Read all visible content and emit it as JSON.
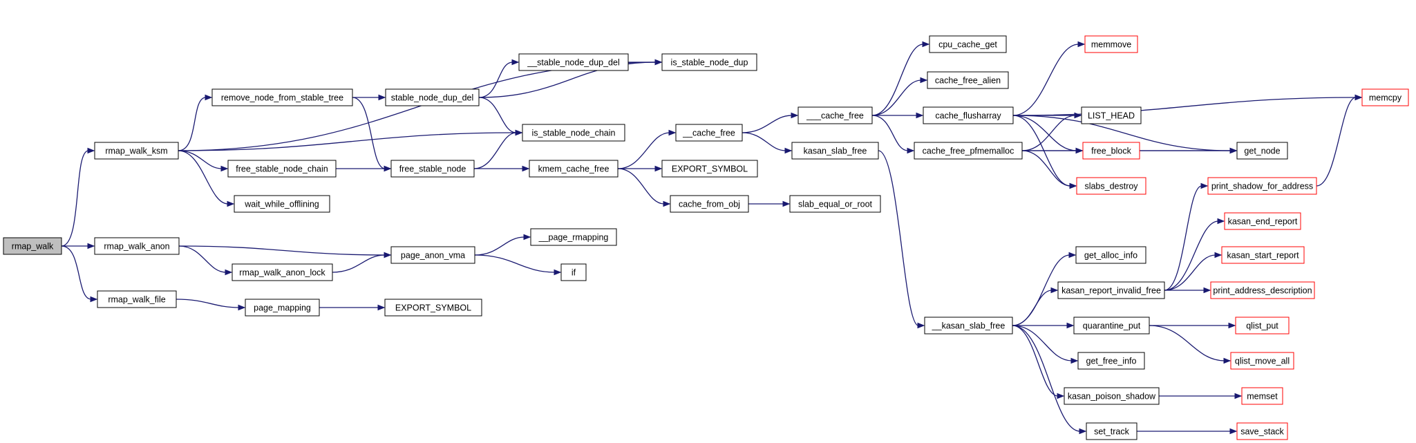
{
  "colors": {
    "edge": "#191970",
    "node_border": "#000000",
    "external_border": "#ff0000",
    "root_fill": "#bfbfbf",
    "node_fill": "#ffffff"
  },
  "nodes": [
    {
      "id": "rmap_walk",
      "label": "rmap_walk",
      "kind": "root"
    },
    {
      "id": "rmap_walk_ksm",
      "label": "rmap_walk_ksm",
      "kind": "normal"
    },
    {
      "id": "rmap_walk_anon",
      "label": "rmap_walk_anon",
      "kind": "normal"
    },
    {
      "id": "rmap_walk_file",
      "label": "rmap_walk_file",
      "kind": "normal"
    },
    {
      "id": "remove_node_from_stable_tree",
      "label": "remove_node_from_stable_tree",
      "kind": "normal"
    },
    {
      "id": "free_stable_node_chain",
      "label": "free_stable_node_chain",
      "kind": "normal"
    },
    {
      "id": "wait_while_offlining",
      "label": "wait_while_offlining",
      "kind": "normal"
    },
    {
      "id": "rmap_walk_anon_lock",
      "label": "rmap_walk_anon_lock",
      "kind": "normal"
    },
    {
      "id": "page_mapping",
      "label": "page_mapping",
      "kind": "normal"
    },
    {
      "id": "stable_node_dup_del",
      "label": "stable_node_dup_del",
      "kind": "normal"
    },
    {
      "id": "__stable_node_dup_del",
      "label": "__stable_node_dup_del",
      "kind": "normal"
    },
    {
      "id": "is_stable_node_dup",
      "label": "is_stable_node_dup",
      "kind": "normal"
    },
    {
      "id": "is_stable_node_chain",
      "label": "is_stable_node_chain",
      "kind": "normal"
    },
    {
      "id": "free_stable_node",
      "label": "free_stable_node",
      "kind": "normal"
    },
    {
      "id": "page_anon_vma",
      "label": "page_anon_vma",
      "kind": "normal"
    },
    {
      "id": "EXPORT_SYMBOL_1",
      "label": "EXPORT_SYMBOL",
      "kind": "normal"
    },
    {
      "id": "__page_rmapping",
      "label": "__page_rmapping",
      "kind": "normal"
    },
    {
      "id": "if",
      "label": "if",
      "kind": "normal"
    },
    {
      "id": "kmem_cache_free",
      "label": "kmem_cache_free",
      "kind": "normal"
    },
    {
      "id": "__cache_free",
      "label": "__cache_free",
      "kind": "normal"
    },
    {
      "id": "EXPORT_SYMBOL_2",
      "label": "EXPORT_SYMBOL",
      "kind": "normal"
    },
    {
      "id": "cache_from_obj",
      "label": "cache_from_obj",
      "kind": "normal"
    },
    {
      "id": "___cache_free",
      "label": "___cache_free",
      "kind": "normal"
    },
    {
      "id": "kasan_slab_free",
      "label": "kasan_slab_free",
      "kind": "normal"
    },
    {
      "id": "slab_equal_or_root",
      "label": "slab_equal_or_root",
      "kind": "normal"
    },
    {
      "id": "cpu_cache_get",
      "label": "cpu_cache_get",
      "kind": "normal"
    },
    {
      "id": "cache_free_alien",
      "label": "cache_free_alien",
      "kind": "normal"
    },
    {
      "id": "cache_flusharray",
      "label": "cache_flusharray",
      "kind": "normal"
    },
    {
      "id": "cache_free_pfmemalloc",
      "label": "cache_free_pfmemalloc",
      "kind": "normal"
    },
    {
      "id": "memmove",
      "label": "memmove",
      "kind": "external"
    },
    {
      "id": "LIST_HEAD",
      "label": "LIST_HEAD",
      "kind": "normal"
    },
    {
      "id": "free_block",
      "label": "free_block",
      "kind": "external"
    },
    {
      "id": "slabs_destroy",
      "label": "slabs_destroy",
      "kind": "external"
    },
    {
      "id": "get_node",
      "label": "get_node",
      "kind": "normal"
    },
    {
      "id": "memcpy",
      "label": "memcpy",
      "kind": "external"
    },
    {
      "id": "__kasan_slab_free",
      "label": "__kasan_slab_free",
      "kind": "normal"
    },
    {
      "id": "get_alloc_info",
      "label": "get_alloc_info",
      "kind": "normal"
    },
    {
      "id": "kasan_report_invalid_free",
      "label": "kasan_report_invalid_free",
      "kind": "normal"
    },
    {
      "id": "quarantine_put",
      "label": "quarantine_put",
      "kind": "normal"
    },
    {
      "id": "get_free_info",
      "label": "get_free_info",
      "kind": "normal"
    },
    {
      "id": "kasan_poison_shadow",
      "label": "kasan_poison_shadow",
      "kind": "normal"
    },
    {
      "id": "set_track",
      "label": "set_track",
      "kind": "normal"
    },
    {
      "id": "print_shadow_for_address",
      "label": "print_shadow_for_address",
      "kind": "external"
    },
    {
      "id": "kasan_end_report",
      "label": "kasan_end_report",
      "kind": "external"
    },
    {
      "id": "kasan_start_report",
      "label": "kasan_start_report",
      "kind": "external"
    },
    {
      "id": "print_address_description",
      "label": "print_address_description",
      "kind": "external"
    },
    {
      "id": "qlist_put",
      "label": "qlist_put",
      "kind": "external"
    },
    {
      "id": "qlist_move_all",
      "label": "qlist_move_all",
      "kind": "external"
    },
    {
      "id": "memset",
      "label": "memset",
      "kind": "external"
    },
    {
      "id": "save_stack",
      "label": "save_stack",
      "kind": "external"
    }
  ],
  "edges": [
    [
      "rmap_walk",
      "rmap_walk_ksm"
    ],
    [
      "rmap_walk",
      "rmap_walk_anon"
    ],
    [
      "rmap_walk",
      "rmap_walk_file"
    ],
    [
      "rmap_walk_ksm",
      "is_stable_node_dup"
    ],
    [
      "rmap_walk_ksm",
      "remove_node_from_stable_tree"
    ],
    [
      "rmap_walk_ksm",
      "is_stable_node_chain"
    ],
    [
      "rmap_walk_ksm",
      "free_stable_node_chain"
    ],
    [
      "rmap_walk_ksm",
      "wait_while_offlining"
    ],
    [
      "remove_node_from_stable_tree",
      "stable_node_dup_del"
    ],
    [
      "remove_node_from_stable_tree",
      "free_stable_node"
    ],
    [
      "stable_node_dup_del",
      "__stable_node_dup_del"
    ],
    [
      "stable_node_dup_del",
      "is_stable_node_dup"
    ],
    [
      "stable_node_dup_del",
      "is_stable_node_chain"
    ],
    [
      "__stable_node_dup_del",
      "is_stable_node_dup"
    ],
    [
      "free_stable_node_chain",
      "free_stable_node"
    ],
    [
      "free_stable_node",
      "is_stable_node_chain"
    ],
    [
      "free_stable_node",
      "kmem_cache_free"
    ],
    [
      "rmap_walk_anon",
      "page_anon_vma"
    ],
    [
      "rmap_walk_anon",
      "rmap_walk_anon_lock"
    ],
    [
      "rmap_walk_anon_lock",
      "page_anon_vma"
    ],
    [
      "page_anon_vma",
      "__page_rmapping"
    ],
    [
      "page_anon_vma",
      "if"
    ],
    [
      "rmap_walk_file",
      "page_mapping"
    ],
    [
      "page_mapping",
      "EXPORT_SYMBOL_1"
    ],
    [
      "kmem_cache_free",
      "__cache_free"
    ],
    [
      "kmem_cache_free",
      "EXPORT_SYMBOL_2"
    ],
    [
      "kmem_cache_free",
      "cache_from_obj"
    ],
    [
      "cache_from_obj",
      "slab_equal_or_root"
    ],
    [
      "__cache_free",
      "___cache_free"
    ],
    [
      "__cache_free",
      "kasan_slab_free"
    ],
    [
      "___cache_free",
      "cpu_cache_get"
    ],
    [
      "___cache_free",
      "cache_free_alien"
    ],
    [
      "___cache_free",
      "cache_flusharray"
    ],
    [
      "___cache_free",
      "cache_free_pfmemalloc"
    ],
    [
      "cache_flusharray",
      "memmove"
    ],
    [
      "cache_flusharray",
      "memcpy"
    ],
    [
      "cache_flusharray",
      "LIST_HEAD"
    ],
    [
      "cache_flusharray",
      "free_block"
    ],
    [
      "cache_flusharray",
      "slabs_destroy"
    ],
    [
      "cache_flusharray",
      "get_node"
    ],
    [
      "cache_free_pfmemalloc",
      "LIST_HEAD"
    ],
    [
      "cache_free_pfmemalloc",
      "free_block"
    ],
    [
      "cache_free_pfmemalloc",
      "slabs_destroy"
    ],
    [
      "cache_free_pfmemalloc",
      "get_node"
    ],
    [
      "free_block",
      "get_node"
    ],
    [
      "kasan_slab_free",
      "__kasan_slab_free"
    ],
    [
      "__kasan_slab_free",
      "get_alloc_info"
    ],
    [
      "__kasan_slab_free",
      "kasan_report_invalid_free"
    ],
    [
      "__kasan_slab_free",
      "quarantine_put"
    ],
    [
      "__kasan_slab_free",
      "get_free_info"
    ],
    [
      "__kasan_slab_free",
      "kasan_poison_shadow"
    ],
    [
      "__kasan_slab_free",
      "set_track"
    ],
    [
      "kasan_report_invalid_free",
      "print_shadow_for_address"
    ],
    [
      "kasan_report_invalid_free",
      "kasan_end_report"
    ],
    [
      "kasan_report_invalid_free",
      "kasan_start_report"
    ],
    [
      "kasan_report_invalid_free",
      "print_address_description"
    ],
    [
      "print_shadow_for_address",
      "memcpy"
    ],
    [
      "quarantine_put",
      "qlist_put"
    ],
    [
      "quarantine_put",
      "qlist_move_all"
    ],
    [
      "kasan_poison_shadow",
      "memset"
    ],
    [
      "set_track",
      "save_stack"
    ]
  ]
}
